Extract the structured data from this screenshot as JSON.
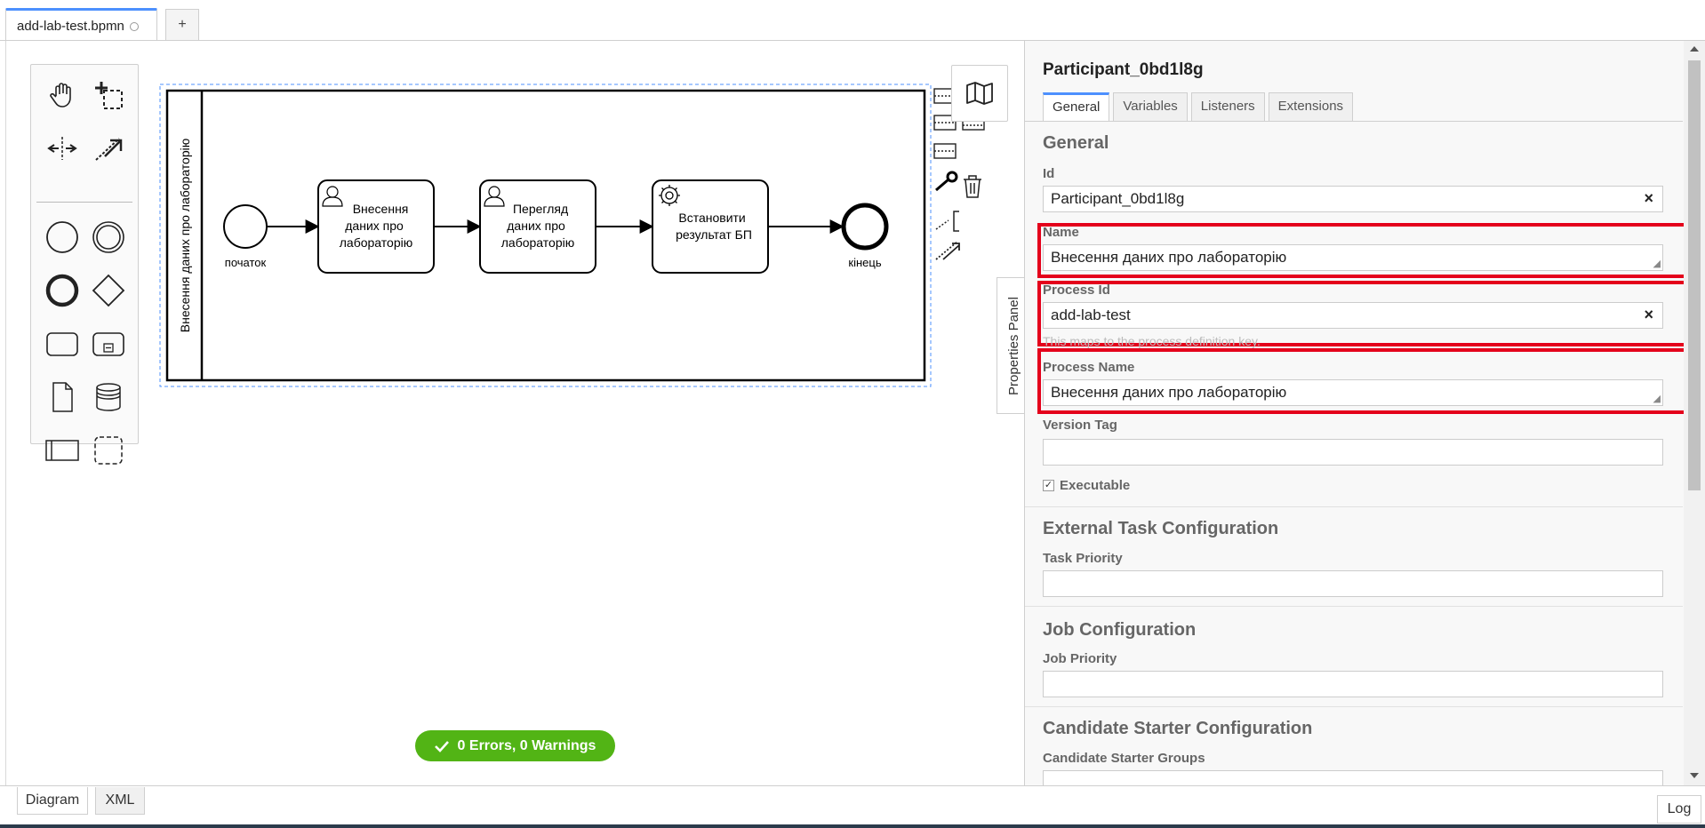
{
  "tabs": {
    "file_name": "add-lab-test.bpmn",
    "add_label": "+"
  },
  "diagram": {
    "pool_label": "Внесення даних про лабораторію",
    "start_label": "початок",
    "end_label": "кінець",
    "task1": [
      "Внесення",
      "даних про",
      "лабораторію"
    ],
    "task2": [
      "Перегляд",
      "даних про",
      "лабораторію"
    ],
    "task3": [
      "Встановити",
      "результат БП"
    ]
  },
  "properties_toggle": "Properties Panel",
  "status": "0 Errors, 0 Warnings",
  "props": {
    "title": "Participant_0bd1l8g",
    "tabs": [
      "General",
      "Variables",
      "Listeners",
      "Extensions"
    ],
    "general": {
      "group": "General",
      "id_label": "Id",
      "id_value": "Participant_0bd1l8g",
      "name_label": "Name",
      "name_value": "Внесення даних про лабораторію",
      "process_id_label": "Process Id",
      "process_id_value": "add-lab-test",
      "process_id_hint": "This maps to the process definition key.",
      "process_name_label": "Process Name",
      "process_name_value": "Внесення даних про лабораторію",
      "version_tag_label": "Version Tag",
      "version_tag_value": "",
      "executable_label": "Executable"
    },
    "external": {
      "group": "External Task Configuration",
      "label": "Task Priority"
    },
    "job": {
      "group": "Job Configuration",
      "label": "Job Priority"
    },
    "candidate": {
      "group": "Candidate Starter Configuration",
      "label": "Candidate Starter Groups"
    },
    "clear_symbol": "×"
  },
  "footer": {
    "diagram_tab": "Diagram",
    "xml_tab": "XML",
    "log": "Log"
  },
  "colors": {
    "accent": "#4d90fe",
    "success": "#52b415",
    "highlight": "#e4001b"
  }
}
